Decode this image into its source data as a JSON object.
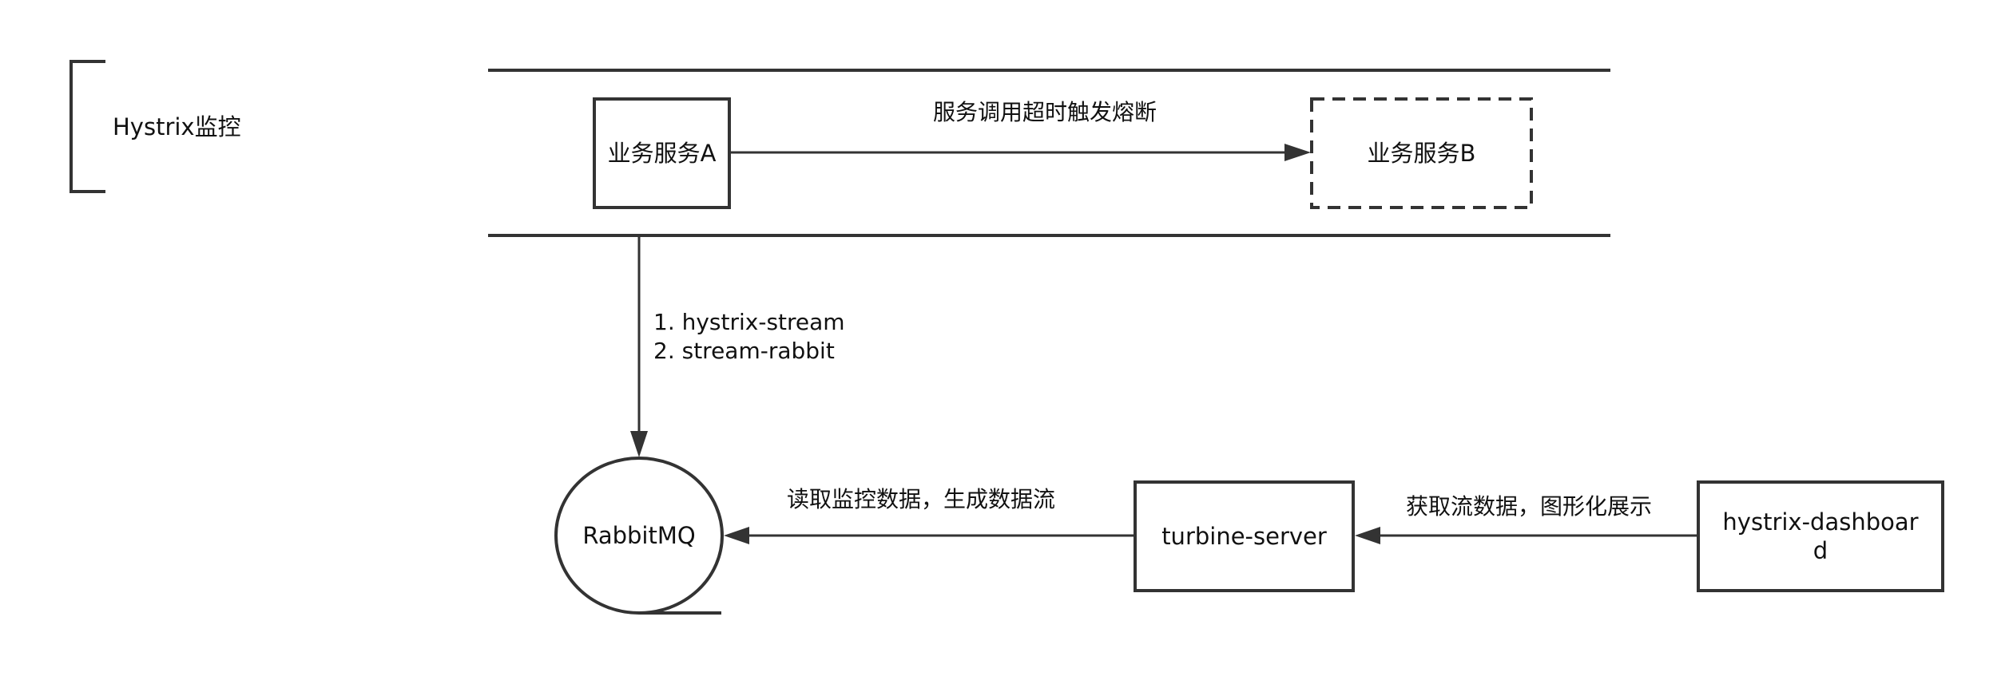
{
  "diagram": {
    "title": "Hystrix监控",
    "colors": {
      "stroke": "#333333",
      "text": "#111111",
      "background": "#ffffff"
    },
    "nodes": {
      "service_a": {
        "label": "业务服务A",
        "shape": "rectangle",
        "border": "solid"
      },
      "service_b": {
        "label": "业务服务B",
        "shape": "rectangle",
        "border": "dashed"
      },
      "rabbitmq": {
        "label": "RabbitMQ",
        "shape": "sequential-data-circle"
      },
      "turbine": {
        "label": "turbine-server",
        "shape": "rectangle",
        "border": "solid"
      },
      "dashboard": {
        "label": "hystrix-dashboard",
        "display_label": "hystrix-dashboar\nd",
        "shape": "rectangle",
        "border": "solid"
      }
    },
    "edges": {
      "a_to_b": {
        "from": "业务服务A",
        "to": "业务服务B",
        "label": "服务调用超时触发熔断"
      },
      "a_to_rabbit": {
        "from": "业务服务A",
        "to": "RabbitMQ",
        "label_lines": [
          "1. hystrix-stream",
          "2. stream-rabbit"
        ]
      },
      "turbine_to_rabbit": {
        "from": "turbine-server",
        "to": "RabbitMQ",
        "label": "读取监控数据，生成数据流"
      },
      "dashboard_to_turbine": {
        "from": "hystrix-dashboard",
        "to": "turbine-server",
        "label": "获取流数据，图形化展示"
      }
    }
  }
}
